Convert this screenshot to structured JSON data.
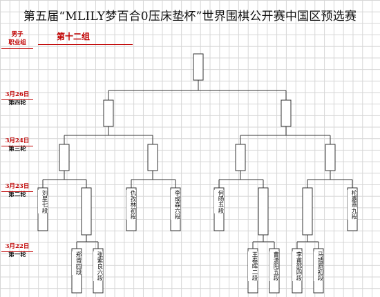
{
  "title": "第五届“MLILY梦百合0压床垫杯”世界围棋公开赛中国区预选赛",
  "category": {
    "line1": "男子",
    "line2": "职业组"
  },
  "group": "第十二组",
  "rounds": [
    {
      "date": "3月26日",
      "round": "第四轮"
    },
    {
      "date": "3月24日",
      "round": "第三轮"
    },
    {
      "date": "3月23日",
      "round": "第二轮"
    },
    {
      "date": "3月22日",
      "round": "第一轮"
    }
  ],
  "players": {
    "p1": "刘星七段",
    "p2": "仇孜林初段",
    "p3": "李成森六段",
    "p4": "何旸五段",
    "p5": "柁嘉熹九段",
    "p6": "郑胥四段",
    "p7": "张紫良六段",
    "p8": "王春晖二段",
    "p9": "曹潇阳五段",
    "p10": "李甫邵四段",
    "p11": "马靖原初段"
  }
}
